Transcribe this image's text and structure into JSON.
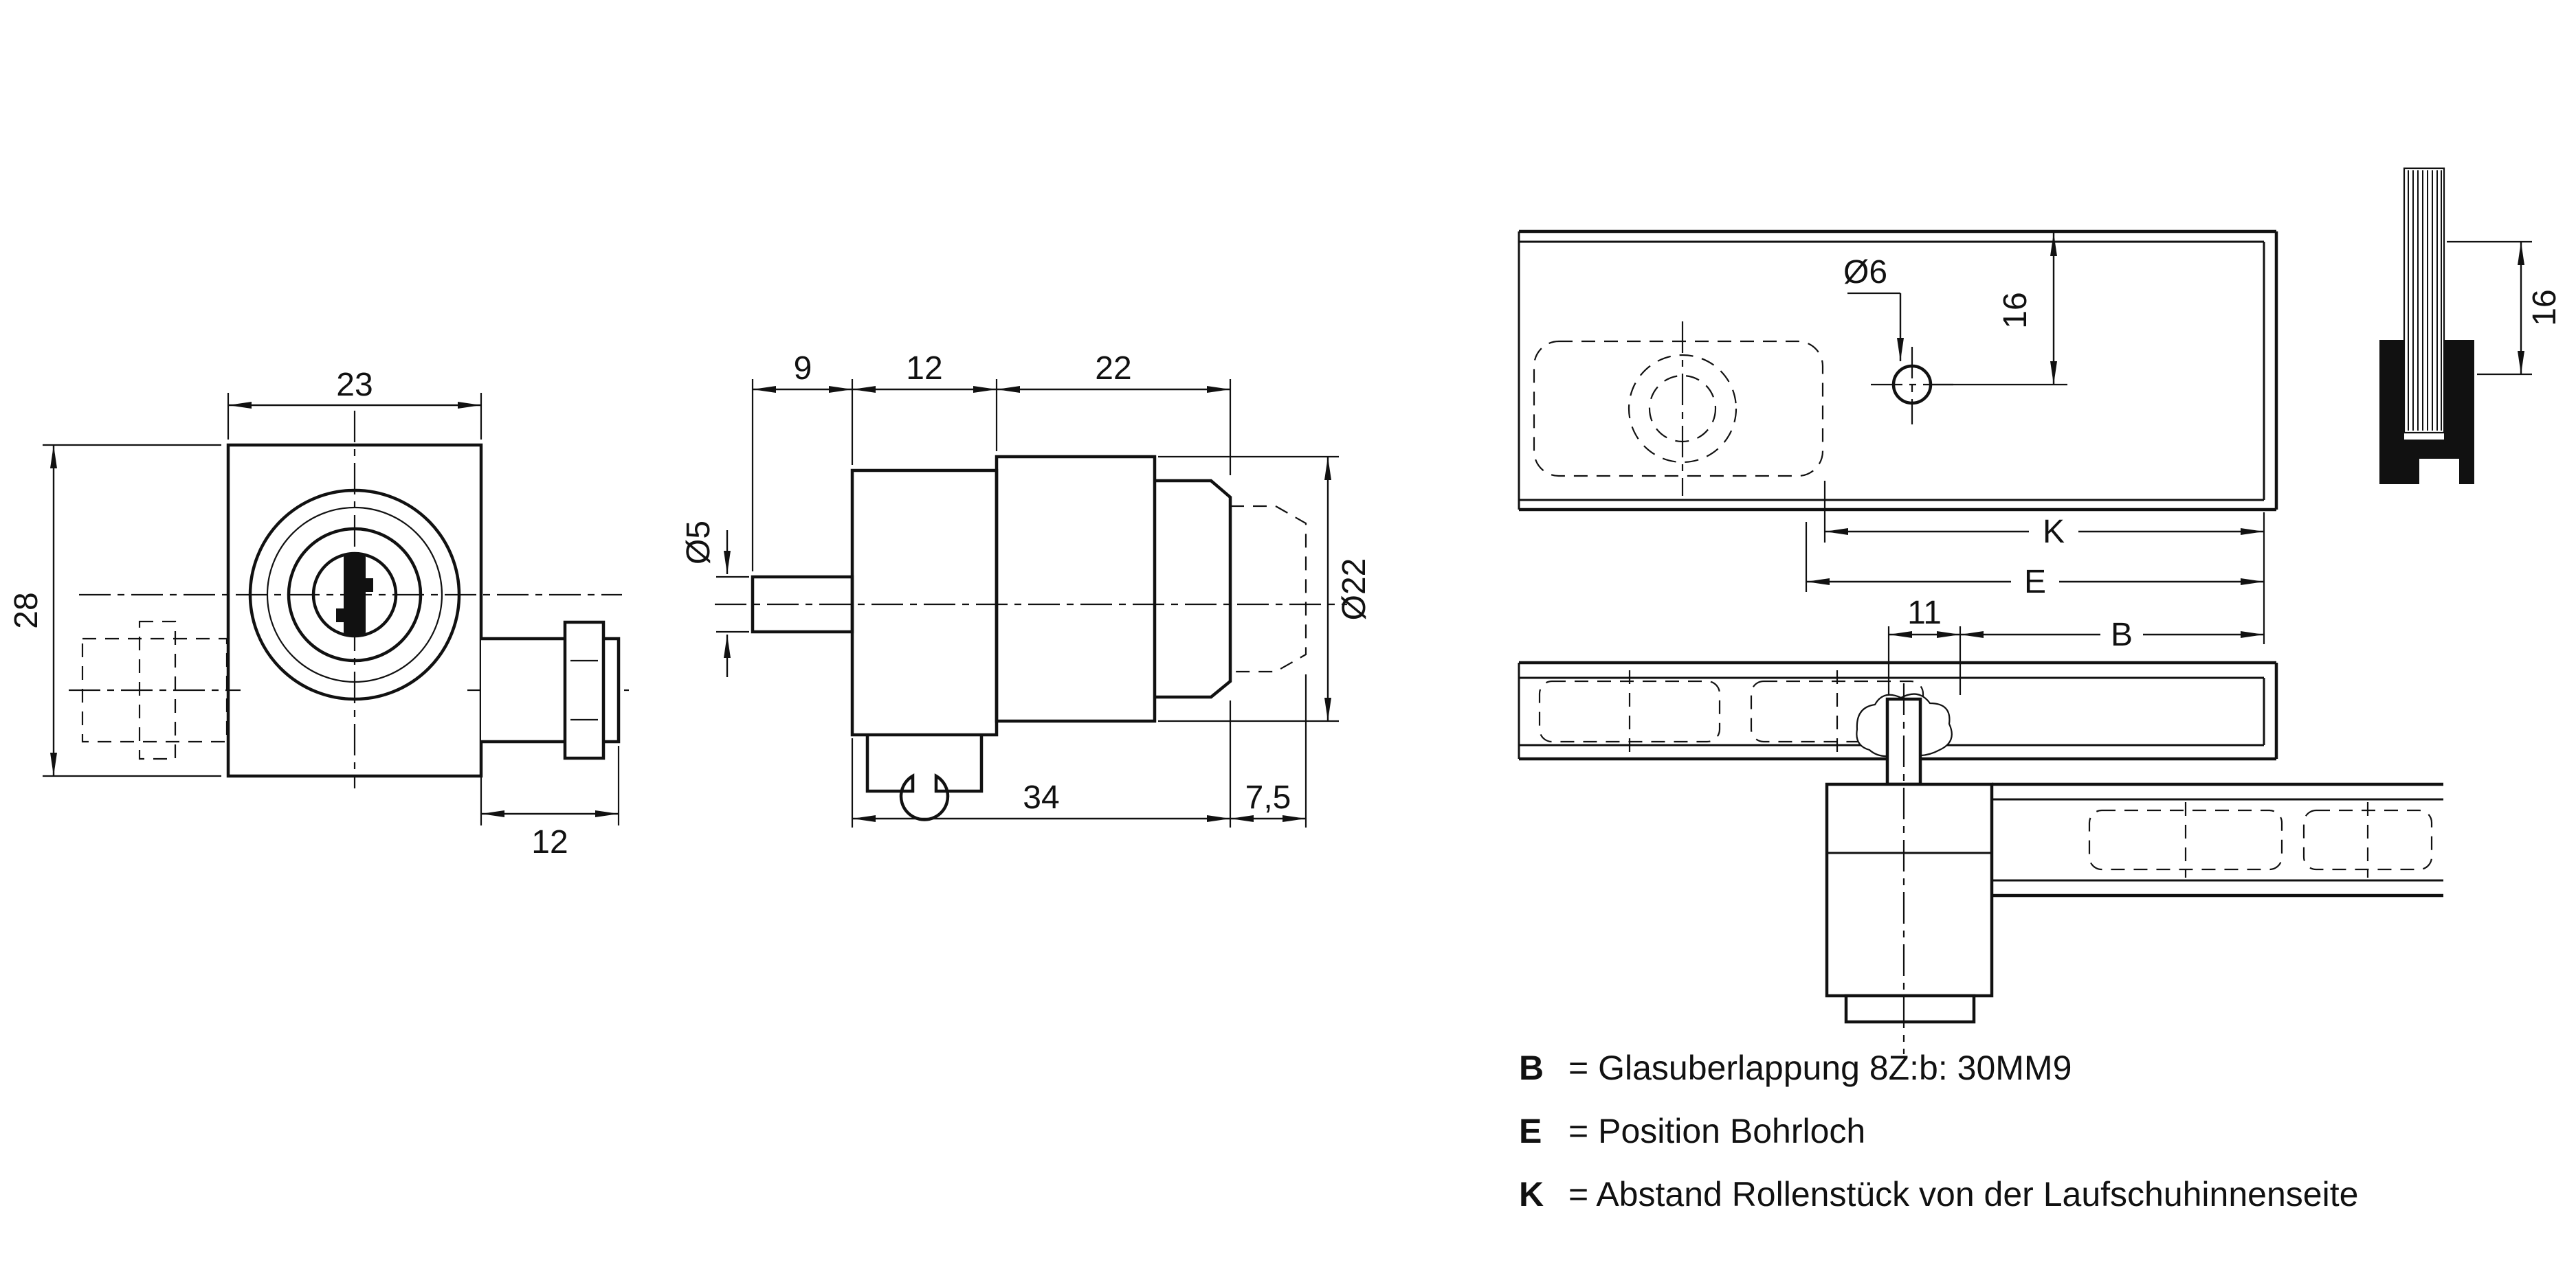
{
  "front_view": {
    "width": "23",
    "height": "28",
    "latch_width": "12"
  },
  "side_view": {
    "seg_a": "9",
    "seg_b": "12",
    "seg_c": "22",
    "shaft_diameter": "Ø5",
    "body_diameter": "Ø22",
    "body_length": "34",
    "tip_length": "7,5"
  },
  "installation_view": {
    "hole_diameter": "Ø6",
    "hole_offset": "16",
    "k_label": "K",
    "e_label": "E",
    "pin_offset": "11",
    "b_label": "B"
  },
  "section_view": {
    "glass_depth": "16"
  },
  "legend": {
    "items": [
      {
        "key": "B",
        "text": "= Glasuberlappung 8Z:b: 30MM9"
      },
      {
        "key": "E",
        "text": "= Position Bohrloch"
      },
      {
        "key": "K",
        "text": "= Abstand Rollenstück von der Laufschuhinnenseite"
      }
    ]
  }
}
